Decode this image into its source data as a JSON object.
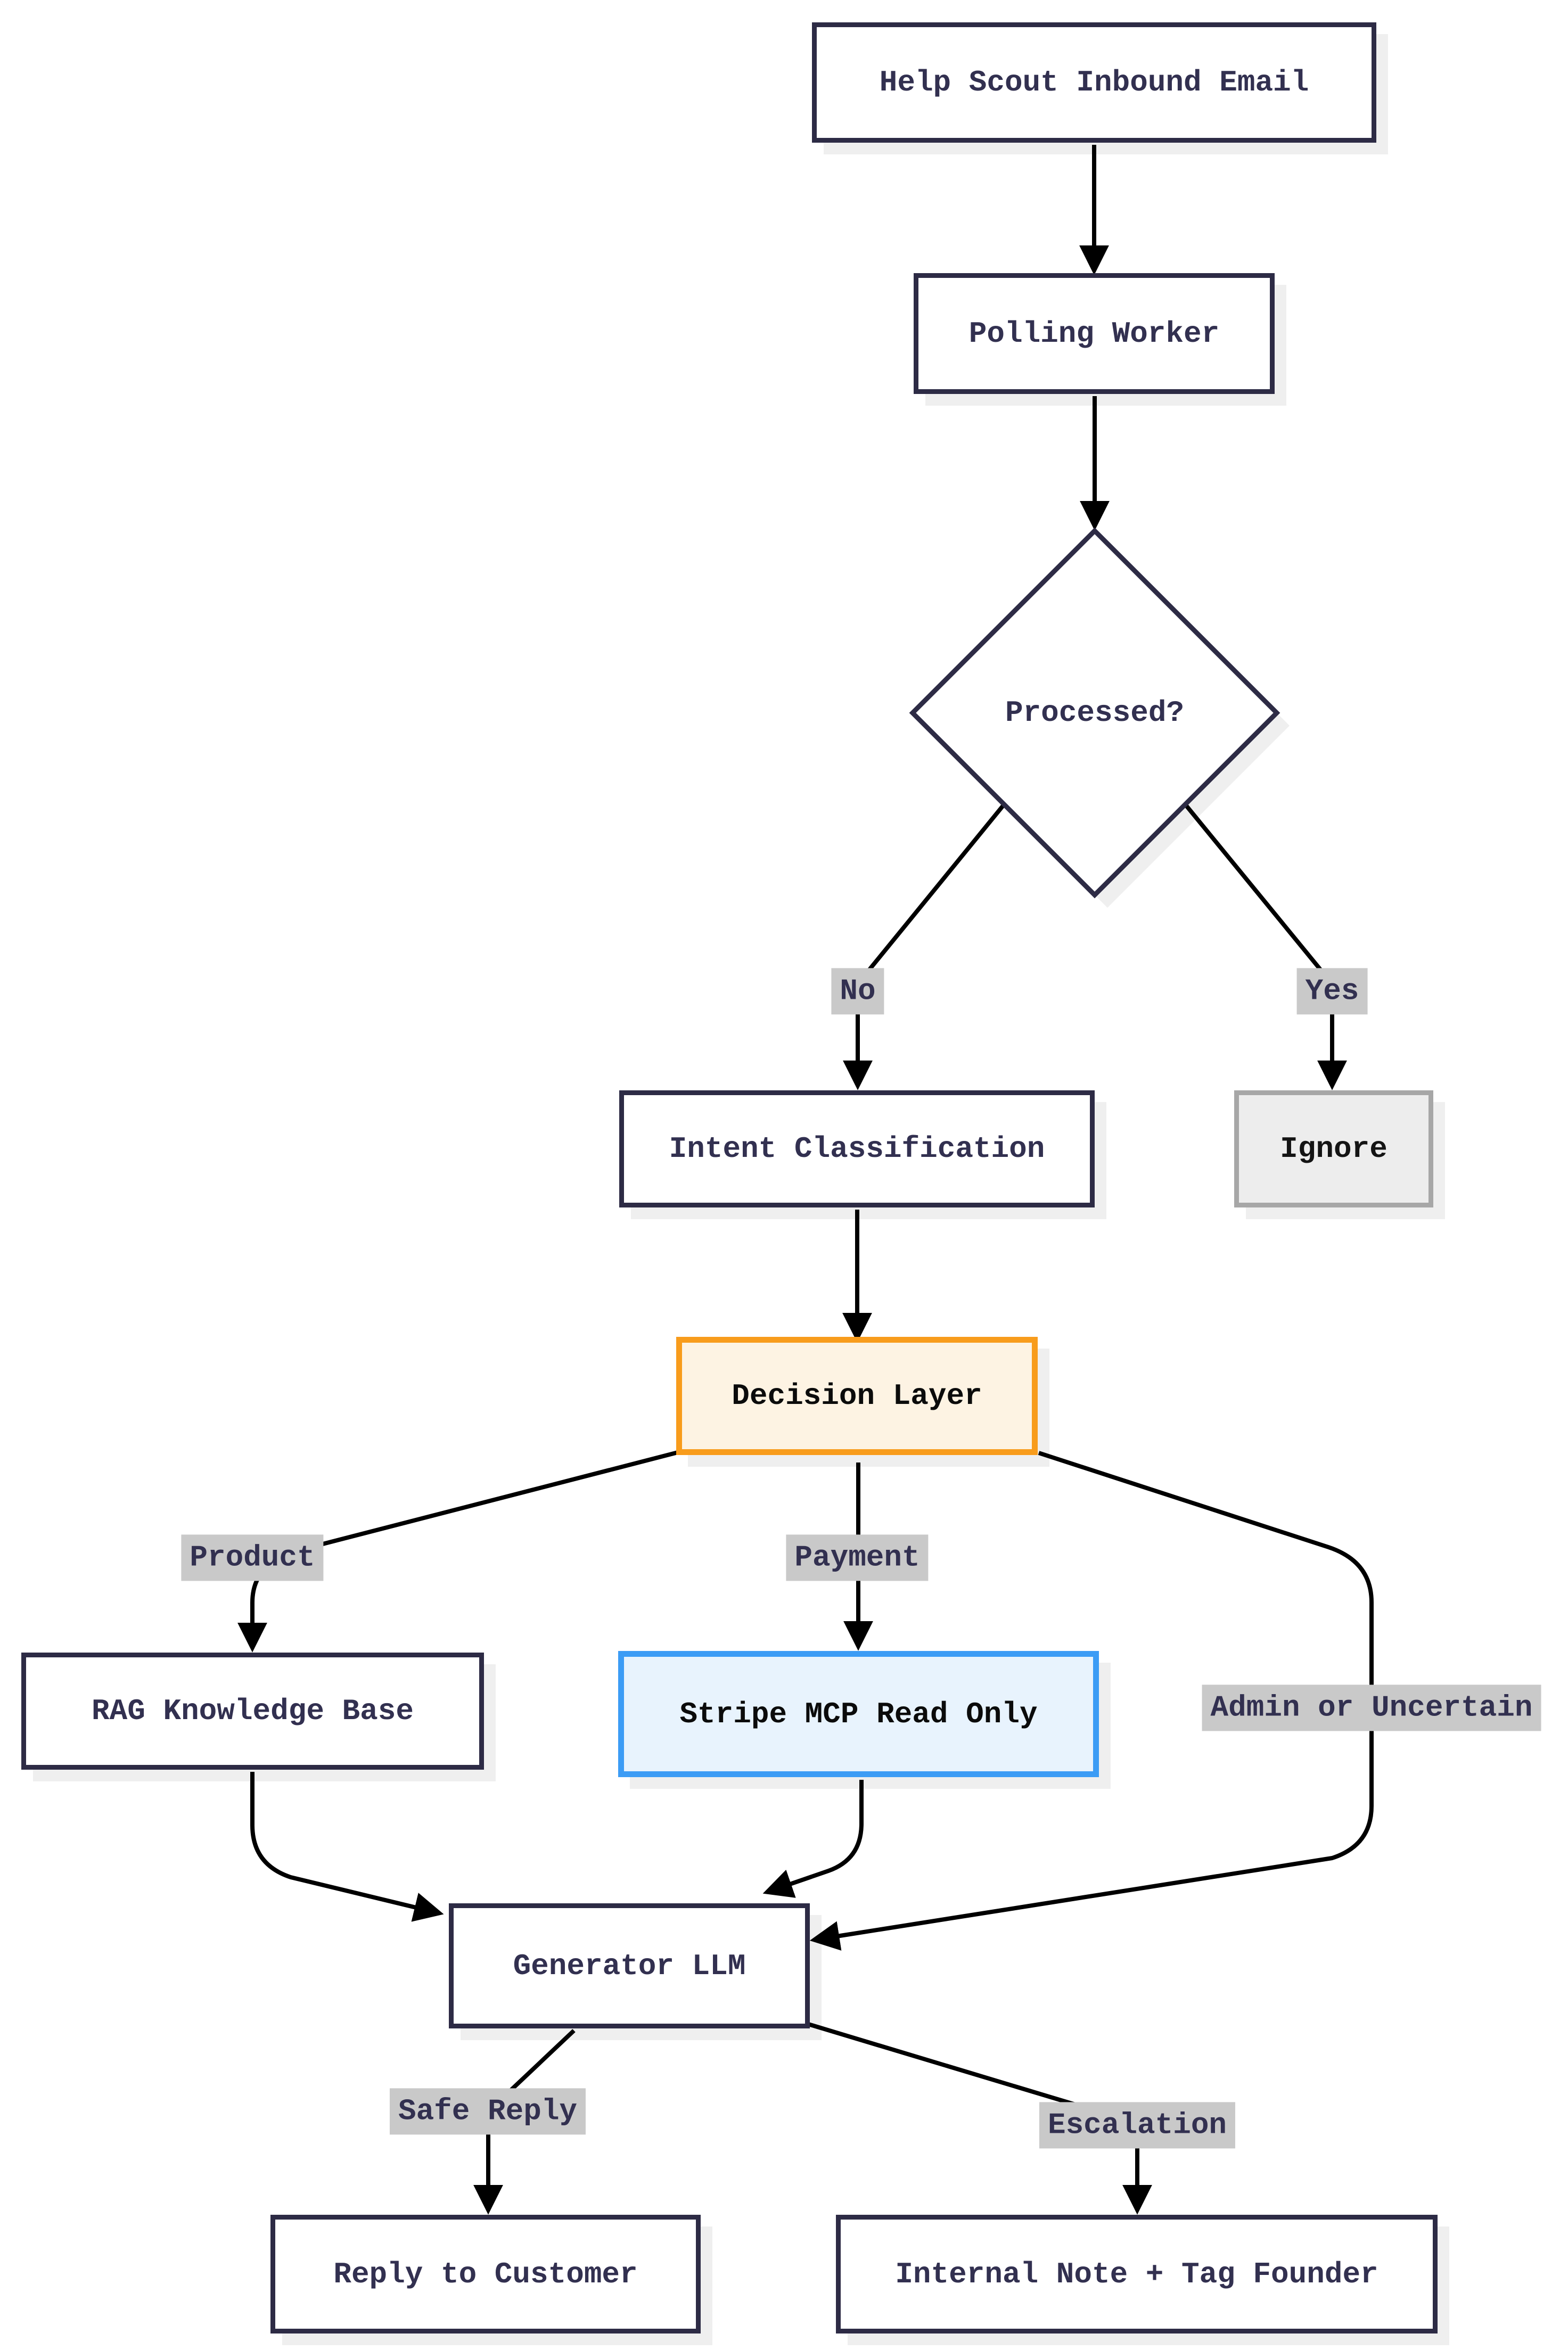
{
  "diagram": {
    "type": "flowchart",
    "background": "#ffffff",
    "colors": {
      "node_border": "#2d2b45",
      "node_fill": "#ffffff",
      "node_text": "#323050",
      "line": "#000000",
      "edge_label_bg": "#c9c9c9",
      "decision_border": "#f89c1c",
      "decision_fill": "#fdf3e3",
      "stripe_border": "#3c9cf5",
      "stripe_fill": "#e8f3fd",
      "ignore_border": "#a7a7a7",
      "ignore_fill": "#ededed",
      "shadow": "#efefef"
    },
    "nodes": [
      {
        "id": "helpscout",
        "label": "Help Scout Inbound Email",
        "shape": "rect",
        "variant": "default"
      },
      {
        "id": "polling",
        "label": "Polling Worker",
        "shape": "rect",
        "variant": "default"
      },
      {
        "id": "processed",
        "label": "Processed?",
        "shape": "diamond",
        "variant": "default"
      },
      {
        "id": "intent",
        "label": "Intent Classification",
        "shape": "rect",
        "variant": "default"
      },
      {
        "id": "ignore",
        "label": "Ignore",
        "shape": "rect",
        "variant": "gray"
      },
      {
        "id": "decision",
        "label": "Decision Layer",
        "shape": "rect",
        "variant": "orange"
      },
      {
        "id": "rag",
        "label": "RAG Knowledge Base",
        "shape": "rect",
        "variant": "default"
      },
      {
        "id": "stripe",
        "label": "Stripe MCP Read Only",
        "shape": "rect",
        "variant": "blue"
      },
      {
        "id": "generator",
        "label": "Generator LLM",
        "shape": "rect",
        "variant": "default"
      },
      {
        "id": "reply",
        "label": "Reply to Customer",
        "shape": "rect",
        "variant": "default"
      },
      {
        "id": "internal",
        "label": "Internal Note + Tag Founder",
        "shape": "rect",
        "variant": "default"
      }
    ],
    "edges": [
      {
        "from": "helpscout",
        "to": "polling",
        "label": ""
      },
      {
        "from": "polling",
        "to": "processed",
        "label": ""
      },
      {
        "from": "processed",
        "to": "intent",
        "label": "No"
      },
      {
        "from": "processed",
        "to": "ignore",
        "label": "Yes"
      },
      {
        "from": "intent",
        "to": "decision",
        "label": ""
      },
      {
        "from": "decision",
        "to": "rag",
        "label": "Product"
      },
      {
        "from": "decision",
        "to": "stripe",
        "label": "Payment"
      },
      {
        "from": "decision",
        "to": "generator",
        "label": "Admin or Uncertain"
      },
      {
        "from": "rag",
        "to": "generator",
        "label": ""
      },
      {
        "from": "stripe",
        "to": "generator",
        "label": ""
      },
      {
        "from": "generator",
        "to": "reply",
        "label": "Safe Reply"
      },
      {
        "from": "generator",
        "to": "internal",
        "label": "Escalation"
      }
    ]
  }
}
